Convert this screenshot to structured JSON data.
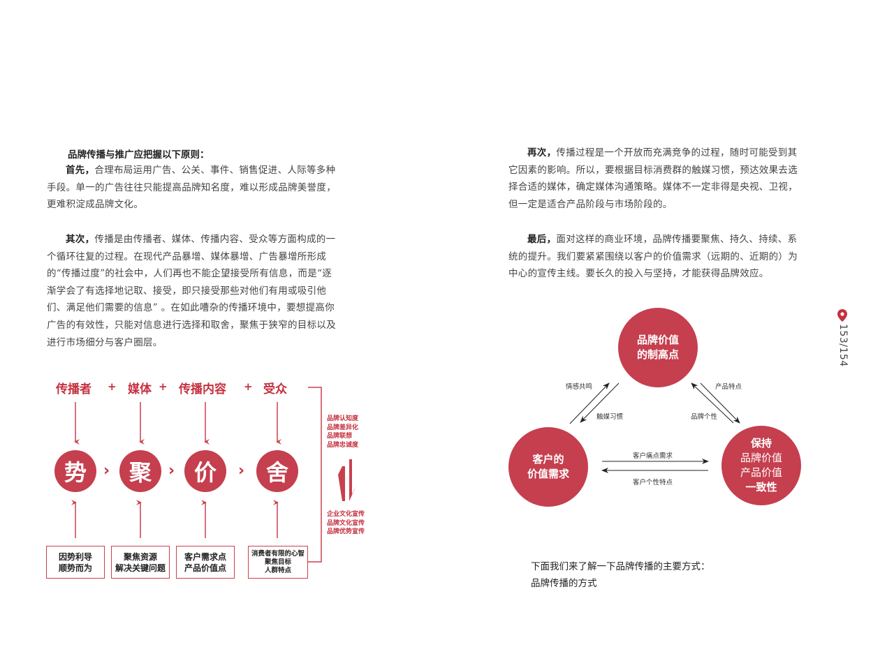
{
  "left_page": {
    "heading": "品牌传播与推广应把握以下原则：",
    "paragraphs": [
      {
        "lead": "首先，",
        "text": "合理布局运用广告、公关、事件、销售促进、人际等多种手段。单一的广告往往只能提高品牌知名度，难以形成品牌美誉度，更难积淀成品牌文化。"
      },
      {
        "lead": "其次，",
        "text": "传播是由传播者、媒体、传播内容、受众等方面构成的一个循环往复的过程。在现代产品暴增、媒体暴增、广告暴增所形成的“传播过度”的社会中，人们再也不能企望接受所有信息，而是“逐渐学会了有选择地记取、接受，即只接受那些对他们有用或吸引他们、满足他们需要的信息” 。在如此嘈杂的传播环境中，要想提高你广告的有效性，只能对信息进行选择和取舍，聚焦于狭窄的目标以及进行市场细分与客户圈层。"
      }
    ],
    "diagram": {
      "top_labels": [
        "传播者",
        "媒体",
        "传播内容",
        "受众"
      ],
      "plus_sign": "+",
      "circles": [
        "势",
        "聚",
        "价",
        "舍"
      ],
      "chevron": "›",
      "boxes": [
        [
          "因势利导",
          "顺势而为"
        ],
        [
          "聚焦资源",
          "解决关键问题"
        ],
        [
          "客户需求点",
          "产品价值点"
        ],
        [
          "消费者有限的心智",
          "聚焦目标",
          "人群特点"
        ]
      ],
      "side_top": [
        "品牌认知度",
        "品牌差异化",
        "品牌联想",
        "品牌忠诚度"
      ],
      "side_bottom": [
        "企业文化宣传",
        "品牌文化宣传",
        "品牌优势宣传"
      ],
      "accent_color": "#c5303f"
    }
  },
  "right_page": {
    "paragraphs": [
      {
        "lead": "再次，",
        "text": "传播过程是一个开放而充满竞争的过程，随时可能受到其它因素的影响。所以，要根据目标消费群的触媒习惯，预达效果去选择合适的媒体，确定媒体沟通策略。媒体不一定非得是央视、卫视，但一定是适合产品阶段与市场阶段的。"
      },
      {
        "lead": "最后，",
        "text": "面对这样的商业环境，品牌传播要聚焦、持久、持续、系统的提升。我们要紧紧围绕以客户的价值需求（远期的、近期的）为中心的宣传主线。要长久的投入与坚持，才能获得品牌效应。"
      }
    ],
    "triangle": {
      "top": [
        "品牌价值",
        "的制高点"
      ],
      "left": [
        "客户的",
        "价值需求"
      ],
      "right": [
        "保持",
        "品牌价值",
        "产品价值",
        "一致性"
      ],
      "labels": {
        "left_up": "情感共鸣",
        "left_down": "触媒习惯",
        "right_down": "产品特点",
        "right_up": "品牌个性",
        "h_right": "客户痛点需求",
        "h_left": "客户个性特点"
      },
      "circle_color": "#c53f4e"
    },
    "bottom_lines": [
      "下面我们来了解一下品牌传播的主要方式：",
      "品牌传播的方式"
    ]
  },
  "page_indicator": {
    "icon": "location-pin-icon",
    "text": "153/154"
  }
}
